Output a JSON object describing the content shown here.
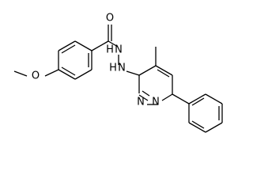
{
  "atoms": {
    "methoxy_oxygen": "O",
    "carbonyl_oxygen": "O",
    "amide_nitrogen": "N",
    "hydrazine_hydrogen": "H",
    "hydrazine_nitrogen": "N",
    "hydrazine_nitrogen_hydrogen": "H",
    "ring_nitrogen_1": "N",
    "ring_nitrogen_2": "N"
  }
}
